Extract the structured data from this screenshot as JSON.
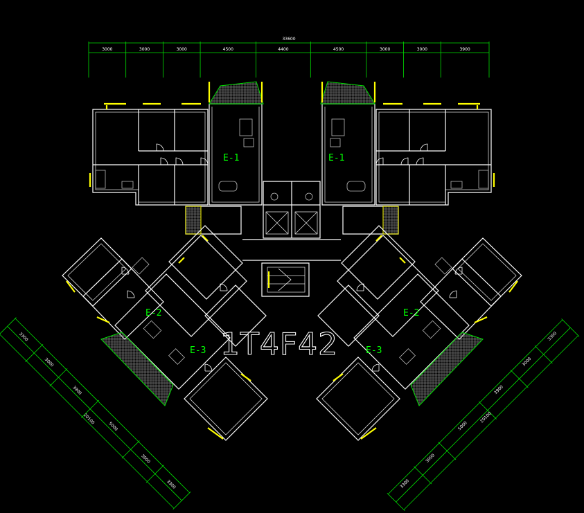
{
  "drawing_title": "1T4F42",
  "top_dimensions": {
    "total": "33600",
    "segments": [
      "3000",
      "3000",
      "3000",
      "4500",
      "4400",
      "4500",
      "3000",
      "3000",
      "3900"
    ]
  },
  "left_dimensions": {
    "segments": [
      "3300",
      "3000",
      "3900",
      "5000",
      "3000",
      "3300"
    ],
    "total": "20100"
  },
  "right_dimensions": {
    "segments": [
      "3300",
      "3000",
      "3900",
      "5000",
      "3000",
      "3300"
    ],
    "total": "20100"
  },
  "unit_labels": [
    "E-1",
    "E-1",
    "E-2",
    "E-3",
    "E-2",
    "E-3"
  ],
  "colors": {
    "background": "#000000",
    "walls": "#ffffff",
    "windows": "#ffff00",
    "dimensions": "#00e000",
    "unit_labels": "#00ff00"
  }
}
